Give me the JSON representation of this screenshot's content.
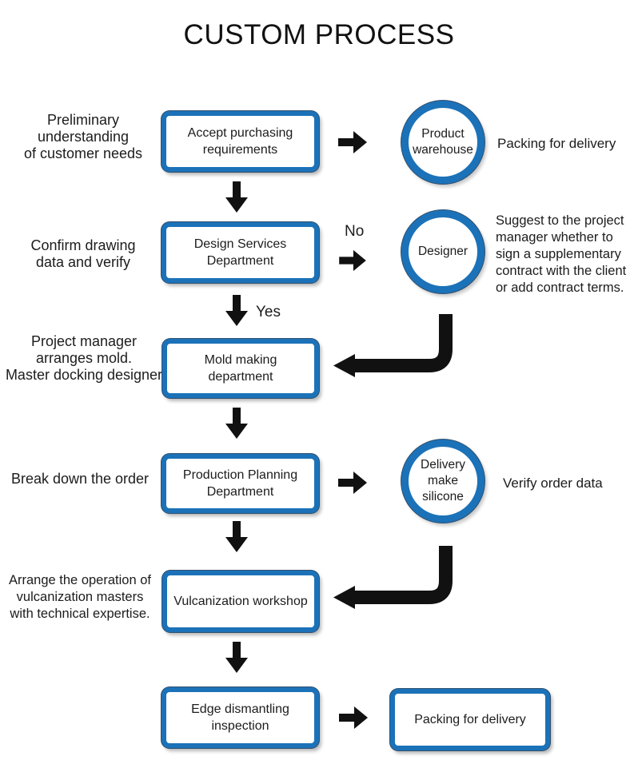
{
  "title": "CUSTOM PROCESS",
  "colors": {
    "node_border_blue": "#1b72b8",
    "node_ring_dark": "#31506f",
    "arrow_black": "#111111",
    "text": "#1c1c1c"
  },
  "boxes": {
    "accept": "Accept purchasing\nrequirements",
    "design": "Design Services\nDepartment",
    "mold": "Mold making\ndepartment",
    "production": "Production Planning\nDepartment",
    "vulcanization": "Vulcanization workshop",
    "edge": "Edge dismantling\ninspection",
    "packing": "Packing for delivery"
  },
  "circles": {
    "warehouse": "Product\nwarehouse",
    "designer": "Designer",
    "delivery": "Delivery\nmake silicone"
  },
  "left_labels": {
    "row1": "Preliminary\nunderstanding\nof customer needs",
    "row2": "Confirm drawing\ndata and verify",
    "row3": "Project manager\narranges mold.\nMaster docking designer",
    "row4": "Break down the order",
    "row5": "Arrange the operation of\nvulcanization masters\nwith technical expertise."
  },
  "right_texts": {
    "row1": "Packing for delivery",
    "row2": "Suggest to the project\nmanager whether to\nsign a supplementary\ncontract with the client\nor add contract terms.",
    "row4": "Verify order data"
  },
  "branch_labels": {
    "no": "No",
    "yes": "Yes"
  }
}
